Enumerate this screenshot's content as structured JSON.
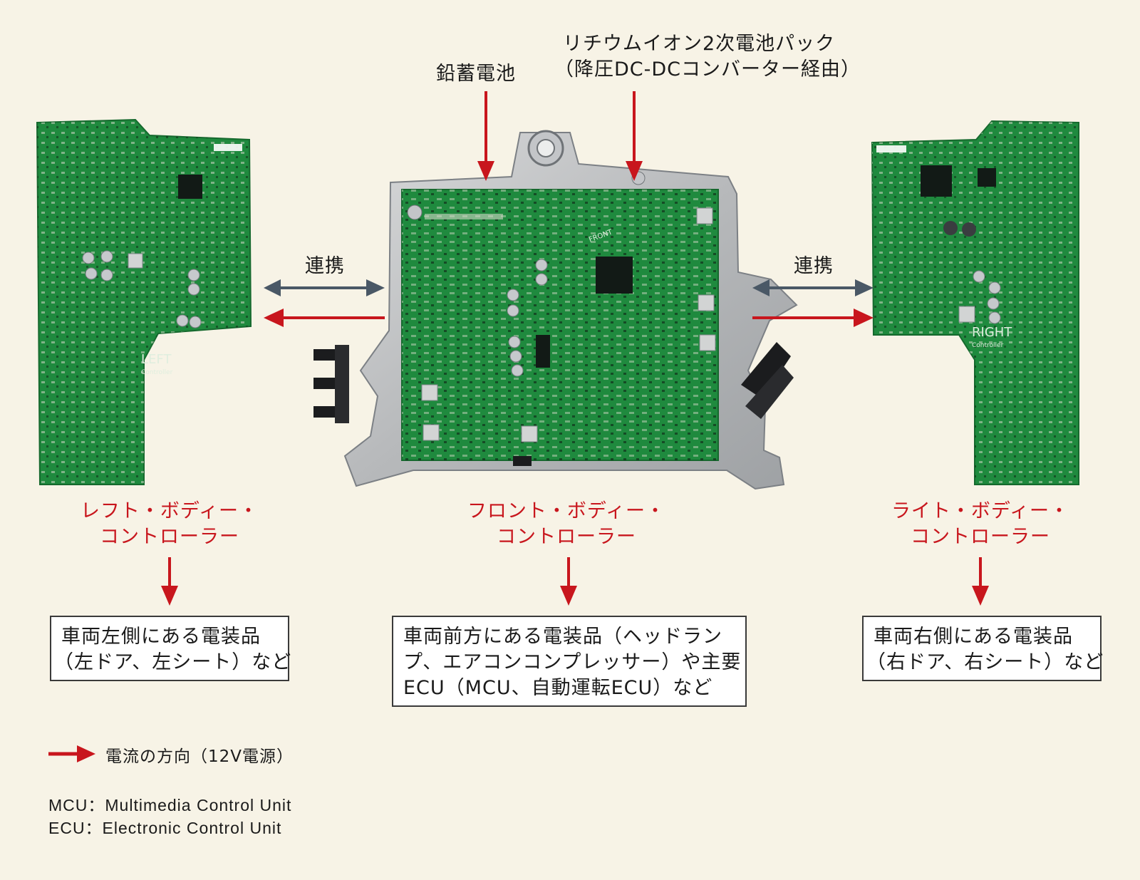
{
  "inputs": {
    "lead_battery": "鉛蓄電池",
    "liion_line1": "リチウムイオン2次電池パック",
    "liion_line2": "（降圧DC-DCコンバーター経由）"
  },
  "links": {
    "left": "連携",
    "right": "連携"
  },
  "controllers": {
    "left": {
      "line1": "レフト・ボディー・",
      "line2": "コントローラー"
    },
    "front": {
      "line1": "フロント・ボディー・",
      "line2": "コントローラー"
    },
    "right": {
      "line1": "ライト・ボディー・",
      "line2": "コントローラー"
    }
  },
  "boxes": {
    "left": [
      "車両左側にある電装品",
      "（左ドア、左シート）など"
    ],
    "front": [
      "車両前方にある電装品（ヘッドラン",
      "プ、エアコンコンプレッサー）や主要",
      "ECU（MCU、自動運転ECU）など"
    ],
    "right": [
      "車両右側にある電装品",
      "（右ドア、右シート）など"
    ]
  },
  "board_silkscreen": {
    "left": "LEFT",
    "left_sub": "Controller",
    "front": "FRONT",
    "right": "RIGHT",
    "right_sub": "Controller"
  },
  "legend": {
    "current_direction": "電流の方向（12V電源）"
  },
  "abbreviations": [
    "MCU：Multimedia Control Unit",
    "ECU：Electronic Control Unit"
  ],
  "colors": {
    "red": "#c8161d",
    "slate": "#4a5866",
    "pcb_green": "#1f8a3e",
    "background": "#f7f3e6"
  }
}
